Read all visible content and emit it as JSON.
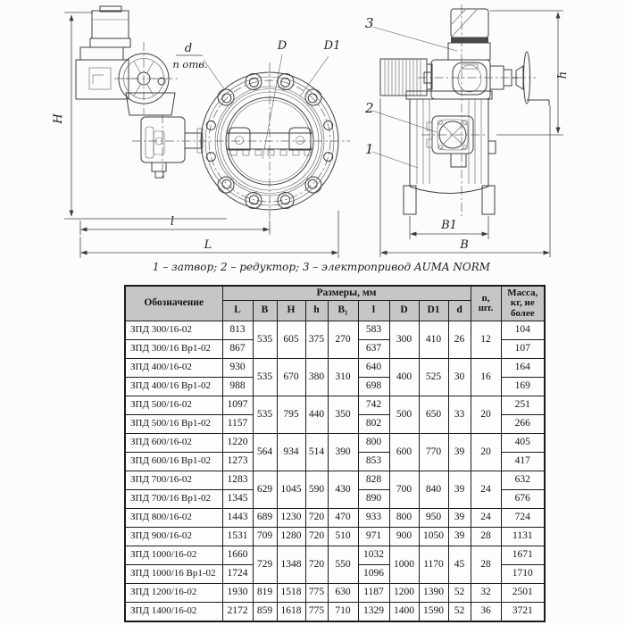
{
  "drawing": {
    "caption": "1 – затвор; 2 – редуктор; 3 – электропривод AUMA NORM",
    "labels": {
      "hole_d": "d",
      "hole_count": "n отв.",
      "D": "D",
      "D1": "D1",
      "H": "H",
      "l": "l",
      "L": "L",
      "h": "h",
      "B1": "B1",
      "B": "B",
      "callout_1": "1",
      "callout_2": "2",
      "callout_3": "3"
    }
  },
  "table": {
    "header": {
      "designation": "Обозначение",
      "sizes_group": "Размеры, мм",
      "size_cols": [
        "L",
        "B",
        "H",
        "h",
        "B₁",
        "l",
        "D",
        "D1",
        "d"
      ],
      "qty": "n,\nшт.",
      "mass": "Масса,\nкг, не\nболее"
    },
    "groups": [
      {
        "shared": {
          "B": "535",
          "H": "605",
          "h": "375",
          "B1": "270",
          "D": "300",
          "D1": "410",
          "d": "26",
          "n": "12"
        },
        "rows": [
          {
            "name": "ЗПД 300/16-02",
            "L": "813",
            "l": "583",
            "mass": "104"
          },
          {
            "name": "ЗПД 300/16 Вр1-02",
            "L": "867",
            "l": "637",
            "mass": "107"
          }
        ]
      },
      {
        "shared": {
          "B": "535",
          "H": "670",
          "h": "380",
          "B1": "310",
          "D": "400",
          "D1": "525",
          "d": "30",
          "n": "16"
        },
        "rows": [
          {
            "name": "ЗПД 400/16-02",
            "L": "930",
            "l": "640",
            "mass": "164"
          },
          {
            "name": "ЗПД 400/16 Вр1-02",
            "L": "988",
            "l": "698",
            "mass": "169"
          }
        ]
      },
      {
        "shared": {
          "B": "535",
          "H": "795",
          "h": "440",
          "B1": "350",
          "D": "500",
          "D1": "650",
          "d": "33",
          "n": "20"
        },
        "rows": [
          {
            "name": "ЗПД 500/16-02",
            "L": "1097",
            "l": "742",
            "mass": "251"
          },
          {
            "name": "ЗПД 500/16 Вр1-02",
            "L": "1157",
            "l": "802",
            "mass": "266"
          }
        ]
      },
      {
        "shared": {
          "B": "564",
          "H": "934",
          "h": "514",
          "B1": "390",
          "D": "600",
          "D1": "770",
          "d": "39",
          "n": "20"
        },
        "rows": [
          {
            "name": "ЗПД 600/16-02",
            "L": "1220",
            "l": "800",
            "mass": "405"
          },
          {
            "name": "ЗПД 600/16 Вр1-02",
            "L": "1273",
            "l": "853",
            "mass": "417"
          }
        ]
      },
      {
        "shared": {
          "B": "629",
          "H": "1045",
          "h": "590",
          "B1": "430",
          "D": "700",
          "D1": "840",
          "d": "39",
          "n": "24"
        },
        "rows": [
          {
            "name": "ЗПД 700/16-02",
            "L": "1283",
            "l": "828",
            "mass": "632"
          },
          {
            "name": "ЗПД 700/16 Вр1-02",
            "L": "1345",
            "l": "890",
            "mass": "676"
          }
        ]
      },
      {
        "shared": {
          "B": "689",
          "H": "1230",
          "h": "720",
          "B1": "470",
          "D": "800",
          "D1": "950",
          "d": "39",
          "n": "24"
        },
        "rows": [
          {
            "name": "ЗПД 800/16-02",
            "L": "1443",
            "l": "933",
            "mass": "724"
          }
        ]
      },
      {
        "shared": {
          "B": "709",
          "H": "1280",
          "h": "720",
          "B1": "510",
          "D": "900",
          "D1": "1050",
          "d": "39",
          "n": "28"
        },
        "rows": [
          {
            "name": "ЗПД 900/16-02",
            "L": "1531",
            "l": "971",
            "mass": "1131"
          }
        ]
      },
      {
        "shared": {
          "B": "729",
          "H": "1348",
          "h": "720",
          "B1": "550",
          "D": "1000",
          "D1": "1170",
          "d": "45",
          "n": "28"
        },
        "rows": [
          {
            "name": "ЗПД 1000/16-02",
            "L": "1660",
            "l": "1032",
            "mass": "1671"
          },
          {
            "name": "ЗПД 1000/16 Вр1-02",
            "L": "1724",
            "l": "1096",
            "mass": "1710"
          }
        ]
      },
      {
        "shared": {
          "B": "819",
          "H": "1518",
          "h": "775",
          "B1": "630",
          "D": "1200",
          "D1": "1390",
          "d": "52",
          "n": "32"
        },
        "rows": [
          {
            "name": "ЗПД 1200/16-02",
            "L": "1930",
            "l": "1187",
            "mass": "2501"
          }
        ]
      },
      {
        "shared": {
          "B": "859",
          "H": "1618",
          "h": "775",
          "B1": "710",
          "D": "1400",
          "D1": "1590",
          "d": "52",
          "n": "36"
        },
        "rows": [
          {
            "name": "ЗПД 1400/16-02",
            "L": "2172",
            "l": "1329",
            "mass": "3721"
          }
        ]
      }
    ]
  }
}
